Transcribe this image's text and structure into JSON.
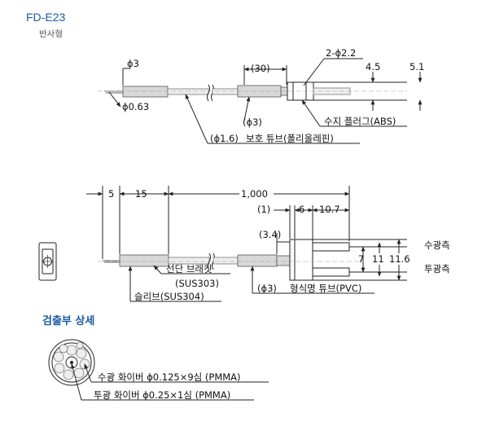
{
  "header": {
    "model": "FD-E23",
    "type": "반사형"
  },
  "top_view": {
    "phi3_left": "ϕ3",
    "phi063": "ϕ0.63",
    "dim30": "(30)",
    "holes": "2-ϕ2.2",
    "dim45": "4.5",
    "dim51": "5.1",
    "phi3_mid": "(ϕ3)",
    "resin_plug": "수지 플러그(ABS)",
    "phi16": "(ϕ1.6)",
    "protect_tube": "보호 튜브(폴리올레핀)"
  },
  "bottom_view": {
    "d5": "5",
    "d15": "15",
    "d1000": "1,000",
    "d1": "(1)",
    "d6": "6",
    "d107": "10.7",
    "d34": "(3.4)",
    "d7": "7",
    "d11": "11",
    "d116": "11.6",
    "rx": "수광측",
    "tx": "투광측",
    "bracket": "선단 브래킷",
    "bracket_mat": "(SUS303)",
    "sleeve": "슬리브(SUS304)",
    "phi3": "(ϕ3)",
    "shape_tube": "형식명 튜브(PVC)"
  },
  "detail": {
    "heading": "검출부 상세",
    "rx_fiber": "수광 화이버 ϕ0.125×9심 (PMMA)",
    "tx_fiber": "투광 화이버 ϕ0.25×1심 (PMMA)"
  }
}
